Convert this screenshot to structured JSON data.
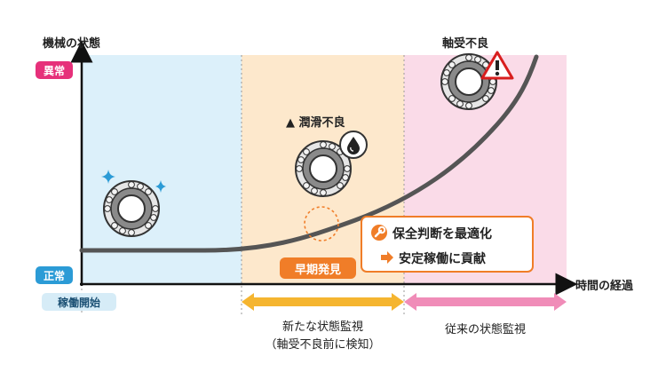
{
  "axis": {
    "y_label": "機械の状態",
    "x_label": "時間の経過",
    "level_abnormal": "異常",
    "level_normal": "正常",
    "start_label": "稼働開始"
  },
  "annotations": {
    "lubrication": "▲ 潤滑不良",
    "bearing_failure": "軸受不良",
    "early_detection": "早期発見",
    "benefit_1": "保全判断を最適化",
    "benefit_2": "安定稼働に貢献"
  },
  "phases": {
    "new_monitoring_line1": "新たな状態監視",
    "new_monitoring_line2": "（軸受不良前に検知）",
    "conventional_monitoring": "従来の状態監視"
  },
  "colors": {
    "zone_normal": "#dcf0fa",
    "zone_new": "#fde8cc",
    "zone_conventional": "#fadbe8",
    "abnormal_tag": "#e6307a",
    "normal_tag": "#2b9bd6",
    "start_tag": "#d6ecf7",
    "accent_orange": "#f07d28",
    "arrow_yellow": "#f5b530",
    "arrow_pink": "#f08cb8",
    "curve": "#555555"
  },
  "icons": [
    "sparkle-icon",
    "oil-drop-icon",
    "warning-icon",
    "wrench-icon",
    "arrow-right-icon",
    "bearing-icon"
  ]
}
